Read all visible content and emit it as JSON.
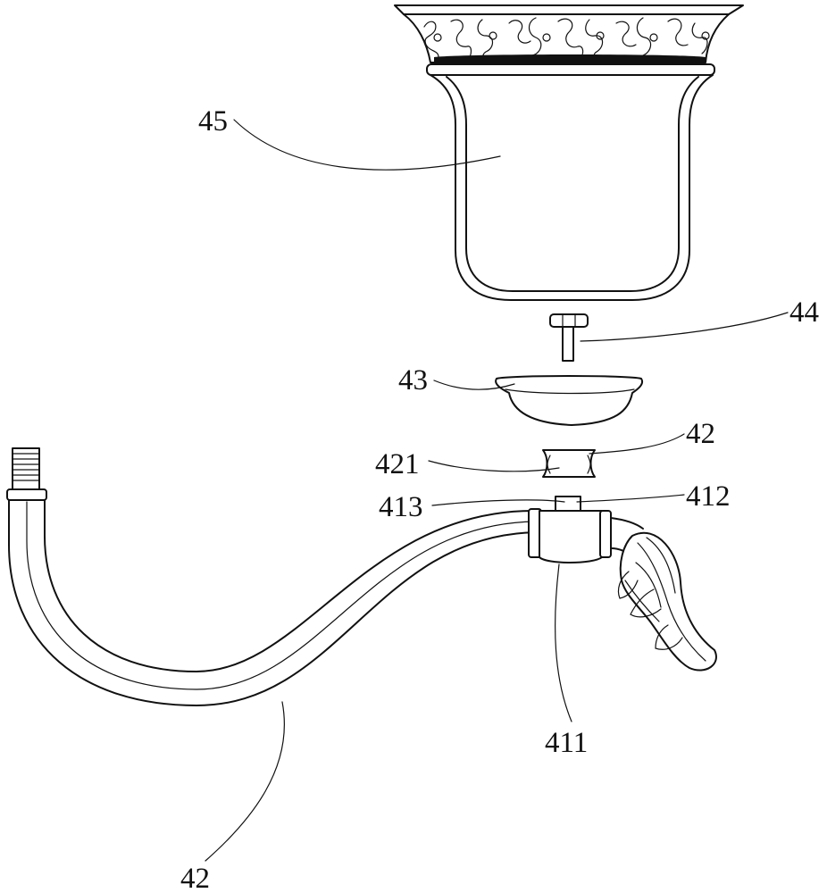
{
  "labels": {
    "lamp_shade": "45",
    "bolt": "44",
    "cup": "43",
    "ring": "42",
    "ring_groove": "421",
    "post_left": "413",
    "post_right": "412",
    "collar": "411",
    "arm": "42"
  }
}
